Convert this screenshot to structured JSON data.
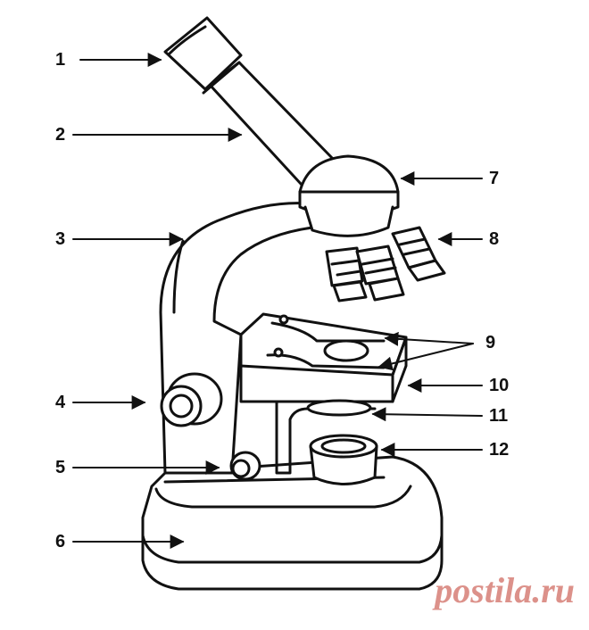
{
  "labels": {
    "l1": "1",
    "l2": "2",
    "l3": "3",
    "l4": "4",
    "l5": "5",
    "l6": "6",
    "l7": "7",
    "l8": "8",
    "l9": "9",
    "l10": "10",
    "l11": "11",
    "l12": "12"
  },
  "watermark": "postila.ru",
  "colors": {
    "ink": "#111111",
    "watermark": "#c0392b"
  }
}
